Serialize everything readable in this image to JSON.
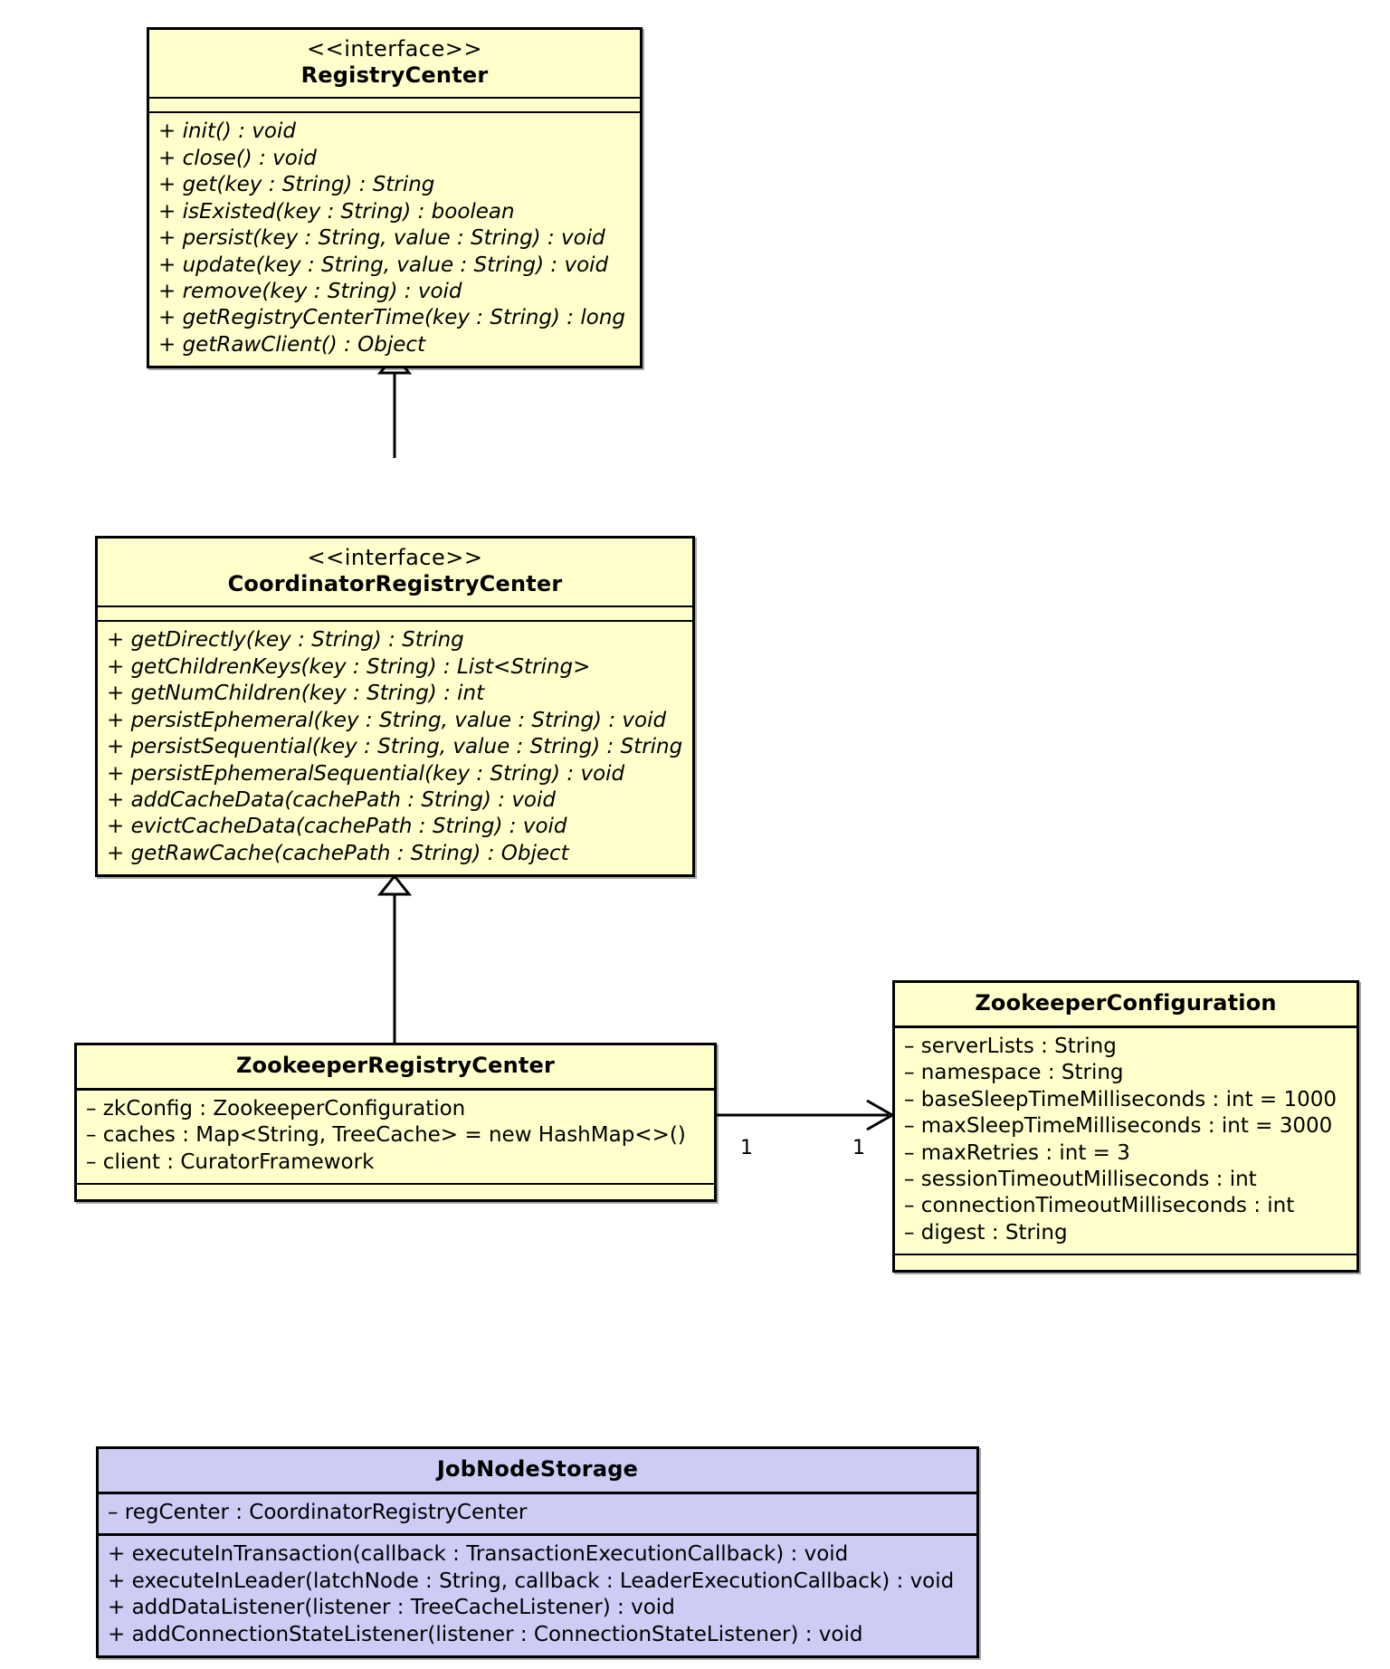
{
  "diagram": {
    "title": "UML class diagram",
    "colors": {
      "interface_fill": "#FFFFCC",
      "class_fill": "#CCCCF5",
      "border": "#000000",
      "background": "#FFFFFF"
    }
  },
  "classes": {
    "registry_center": {
      "stereotype": "<<interface>>",
      "name": "RegistryCenter",
      "attributes": [],
      "methods": [
        "+ init() : void",
        "+ close() : void",
        "+ get(key : String) : String",
        "+ isExisted(key : String) : boolean",
        "+ persist(key : String, value : String) : void",
        "+ update(key : String, value : String) : void",
        "+ remove(key : String) : void",
        "+ getRegistryCenterTime(key : String) : long",
        "+ getRawClient() : Object"
      ]
    },
    "coordinator_registry_center": {
      "stereotype": "<<interface>>",
      "name": "CoordinatorRegistryCenter",
      "attributes": [],
      "methods": [
        "+ getDirectly(key : String) : String",
        "+ getChildrenKeys(key : String) : List<String>",
        "+ getNumChildren(key : String) : int",
        "+ persistEphemeral(key : String, value : String) : void",
        "+ persistSequential(key : String, value : String) : String",
        "+ persistEphemeralSequential(key : String) : void",
        "+ addCacheData(cachePath : String) : void",
        "+ evictCacheData(cachePath : String) : void",
        "+ getRawCache(cachePath : String) : Object"
      ]
    },
    "zookeeper_registry_center": {
      "stereotype": "",
      "name": "ZookeeperRegistryCenter",
      "attributes": [
        "– zkConfig : ZookeeperConfiguration",
        "– caches : Map<String, TreeCache> = new HashMap<>()",
        "– client : CuratorFramework"
      ],
      "methods": []
    },
    "zookeeper_configuration": {
      "stereotype": "",
      "name": "ZookeeperConfiguration",
      "attributes": [
        "– serverLists : String",
        "– namespace : String",
        "– baseSleepTimeMilliseconds : int = 1000",
        "– maxSleepTimeMilliseconds : int = 3000",
        "– maxRetries : int = 3",
        "– sessionTimeoutMilliseconds : int",
        "– connectionTimeoutMilliseconds : int",
        "– digest : String"
      ],
      "methods": []
    },
    "job_node_storage": {
      "stereotype": "",
      "name": "JobNodeStorage",
      "attributes": [
        "– regCenter : CoordinatorRegistryCenter"
      ],
      "methods": [
        "+ executeInTransaction(callback : TransactionExecutionCallback) : void",
        "+ executeInLeader(latchNode : String, callback : LeaderExecutionCallback) : void",
        "+ addDataListener(listener : TreeCacheListener) : void",
        "+ addConnectionStateListener(listener : ConnectionStateListener) : void"
      ]
    }
  },
  "relationships": {
    "generalization_coordinator_to_registry": {
      "type": "generalization",
      "from": "CoordinatorRegistryCenter",
      "to": "RegistryCenter"
    },
    "generalization_zkrc_to_coordinator": {
      "type": "generalization",
      "from": "ZookeeperRegistryCenter",
      "to": "CoordinatorRegistryCenter"
    },
    "association_zkrc_to_config": {
      "type": "association",
      "from": "ZookeeperRegistryCenter",
      "to": "ZookeeperConfiguration",
      "source_multiplicity": "1",
      "target_multiplicity": "1"
    }
  }
}
